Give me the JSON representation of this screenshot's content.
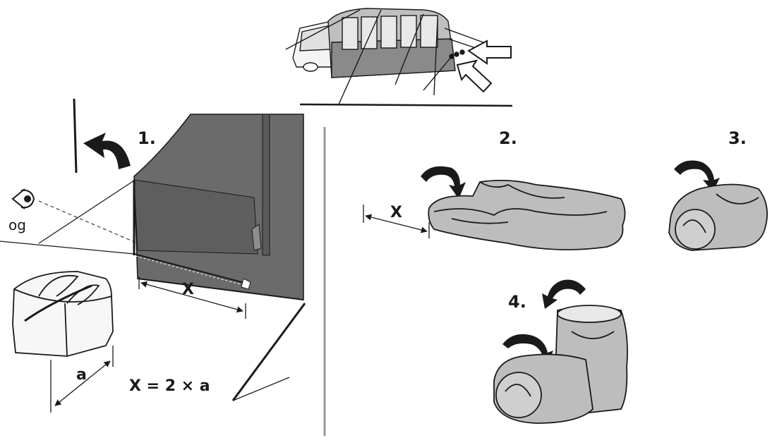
{
  "steps": {
    "step1": "1.",
    "step2": "2.",
    "step3": "3.",
    "step4": "4."
  },
  "labels": {
    "eye_label": "og",
    "dimension_x": "X",
    "dimension_a": "a",
    "formula": "X = 2 × a"
  },
  "colors": {
    "tent_fabric": "#6b6b6b",
    "fabric_light": "#bdbdbd",
    "line": "#1a1a1a",
    "divider": "#9a9a9a"
  },
  "icons": {
    "eye": "eye-icon",
    "pointer": "hand-pointer-icon",
    "rotate": "curved-arrow-icon"
  }
}
